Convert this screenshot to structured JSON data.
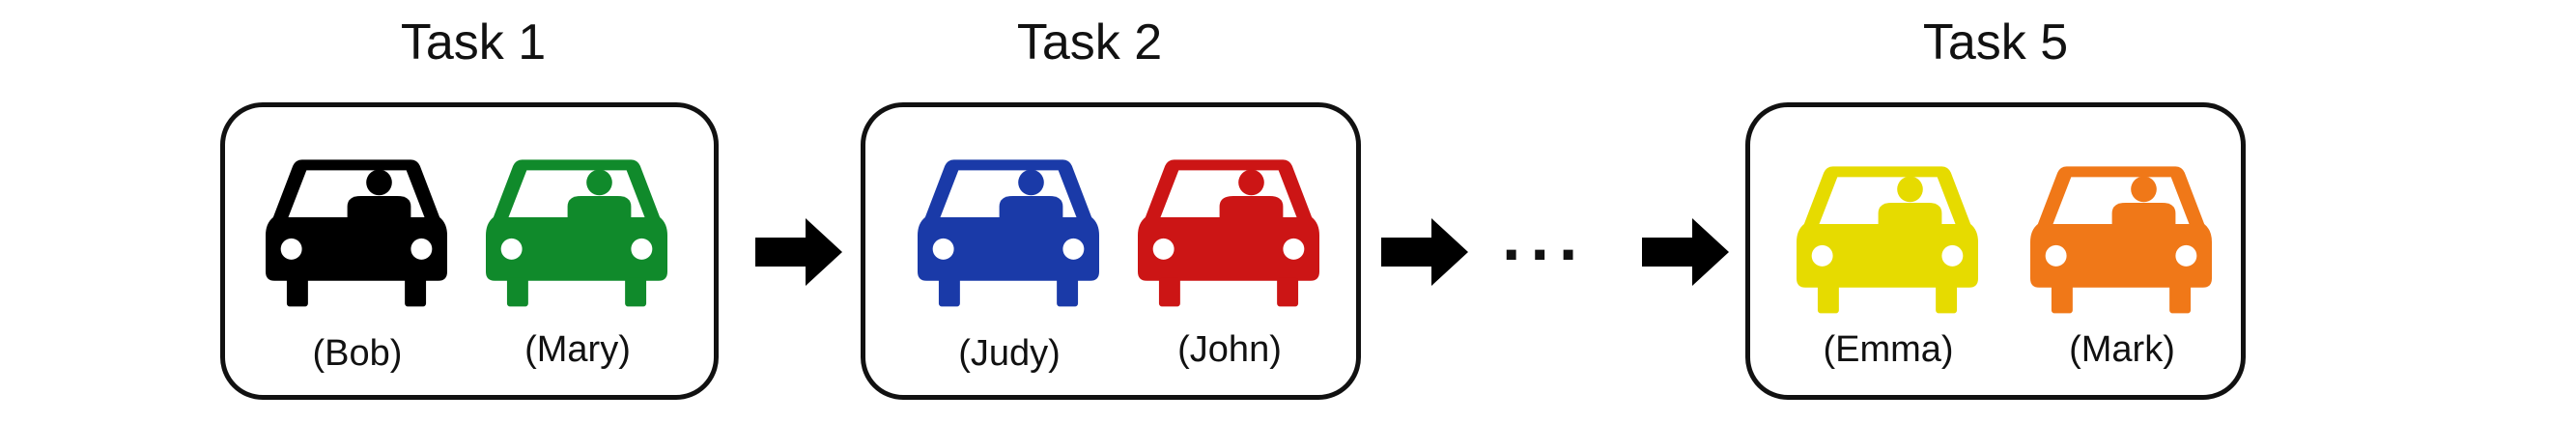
{
  "tasks": [
    {
      "title": "Task 1",
      "cars": [
        {
          "driver": "(Bob)",
          "color": "#000000",
          "icon": "car-icon"
        },
        {
          "driver": "(Mary)",
          "color": "#108a2b",
          "icon": "car-icon"
        }
      ]
    },
    {
      "title": "Task 2",
      "cars": [
        {
          "driver": "(Judy)",
          "color": "#1a3aa8",
          "icon": "car-icon"
        },
        {
          "driver": "(John)",
          "color": "#cc1515",
          "icon": "car-icon"
        }
      ]
    },
    {
      "title": "Task 5",
      "cars": [
        {
          "driver": "(Emma)",
          "color": "#e6db00",
          "icon": "car-icon"
        },
        {
          "driver": "(Mark)",
          "color": "#f07818",
          "icon": "car-icon"
        }
      ]
    }
  ],
  "ellipsis": "...",
  "arrow_color": "#000000",
  "arrow_icon": "right-arrow-icon"
}
